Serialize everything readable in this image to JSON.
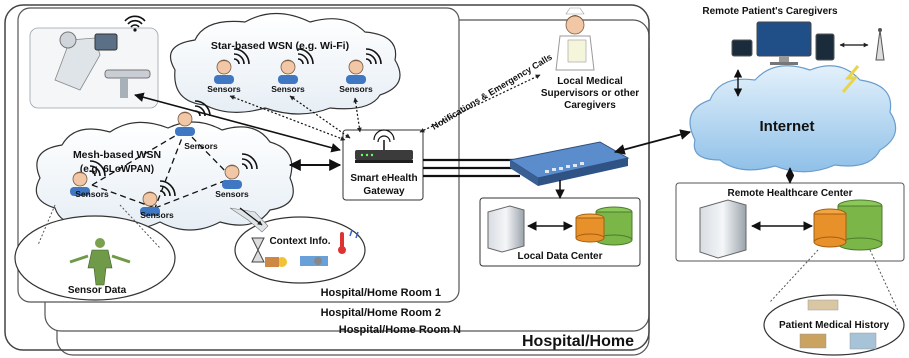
{
  "hospital_label": "Hospital/Home",
  "rooms": [
    "Hospital/Home Room 1",
    "Hospital/Home Room 2",
    "Hospital/Home Room N"
  ],
  "star_wsn": {
    "line1": "Star-based WSN (e.g. Wi-Fi)"
  },
  "mesh_wsn": {
    "line1": "Mesh-based WSN",
    "line2": "(e.g. 6LoWPAN)"
  },
  "sensor_label": "Sensors",
  "gateway": {
    "line1": "Smart eHealth",
    "line2": "Gateway"
  },
  "emergency_label": "Notifications & Emergency Calls",
  "local_medical": {
    "line1": "Local Medical",
    "line2": "Supervisors or other",
    "line3": "Caregivers"
  },
  "remote_caregivers": "Remote Patient's Caregivers",
  "internet": "Internet",
  "remote_center": "Remote Healthcare Center",
  "local_dc": "Local Data Center",
  "sensor_data": "Sensor Data",
  "context_info": "Context Info.",
  "patient_history": "Patient Medical History",
  "colors": {
    "cloud": "#cfe4f5",
    "internet": "#a9cfee",
    "gateway": "#3b3b3b",
    "switch": "#4a7ab8",
    "db_green": "#7ab648",
    "db_orange": "#e8902a"
  }
}
